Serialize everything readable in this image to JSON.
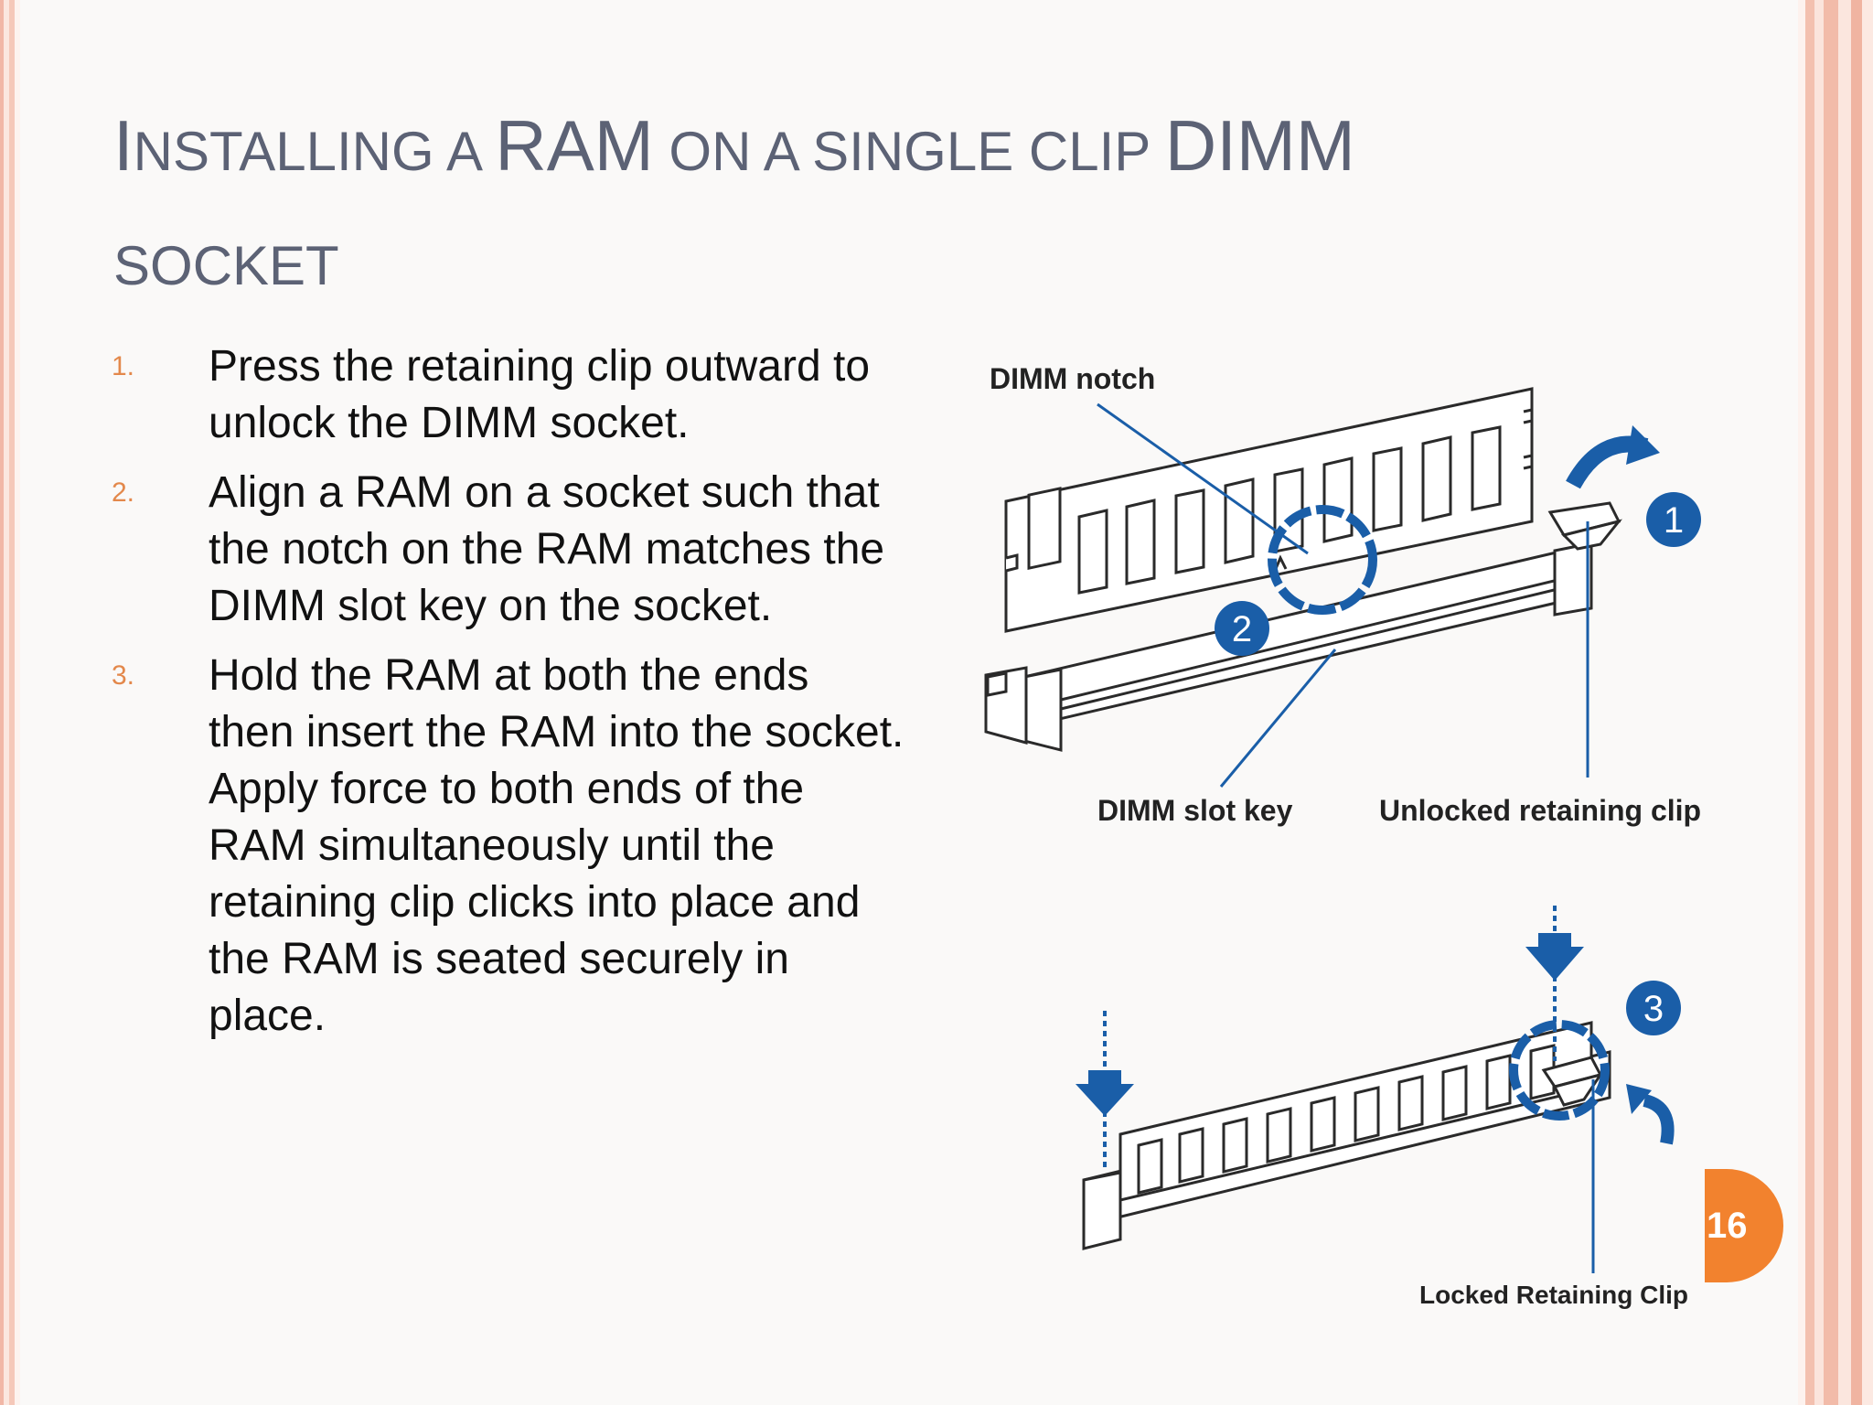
{
  "slide": {
    "title_parts": [
      {
        "text": "I",
        "small": false
      },
      {
        "text": "nstalling a ",
        "small": true
      },
      {
        "text": "RAM",
        "small": false
      },
      {
        "text": " on a single clip ",
        "small": true
      },
      {
        "text": "DIMM",
        "small": false
      },
      {
        "text": " socket",
        "small": true
      }
    ],
    "steps": [
      {
        "num": "1.",
        "text": "Press the retaining clip outward to unlock the DIMM socket."
      },
      {
        "num": "2.",
        "text": "Align a RAM on a socket such that the notch on the RAM matches the DIMM slot key on the socket."
      },
      {
        "num": "3.",
        "text": "Hold the RAM at both the ends then insert the RAM into the socket. Apply force to both ends of the RAM simultaneously until the retaining clip clicks into place and the RAM is seated securely in place."
      }
    ],
    "page_number": "16"
  },
  "diagram": {
    "labels": {
      "dimm_notch": "DIMM notch",
      "dimm_slot_key": "DIMM slot key",
      "unlocked_clip": "Unlocked retaining clip",
      "locked_clip": "Locked Retaining Clip"
    },
    "badges": [
      "1",
      "2",
      "3"
    ],
    "colors": {
      "accent_blue": "#1a5ea8",
      "outline": "#2a2a2a",
      "page_badge": "#f2822e",
      "step_number": "#e3884b",
      "title": "#5c6275"
    }
  }
}
